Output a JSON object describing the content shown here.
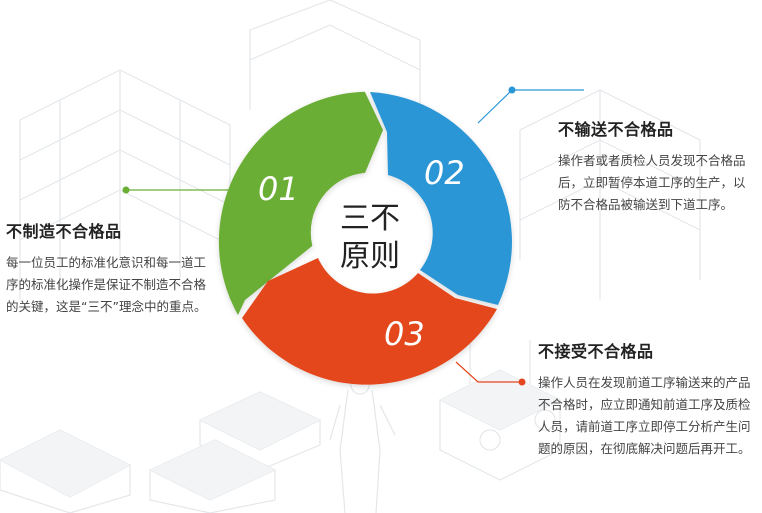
{
  "center": {
    "line1": "三不",
    "line2": "原则"
  },
  "segments": [
    {
      "number": "01",
      "color": "#6aae35"
    },
    {
      "number": "02",
      "color": "#2a96d6"
    },
    {
      "number": "03",
      "color": "#e4471d"
    }
  ],
  "principles": [
    {
      "title": "不制造不合格品",
      "body": "每一位员工的标准化意识和每一道工序的标准化操作是保证不制造不合格的关键，这是“三不”理念中的重点。",
      "accent": "#6aae35"
    },
    {
      "title": "不输送不合格品",
      "body": "操作者或者质检人员发现不合格品后，立即暂停本道工序的生产，以防不合格品被输送到下道工序。",
      "accent": "#2a96d6"
    },
    {
      "title": "不接受不合格品",
      "body": "操作人员在发现前道工序输送来的产品不合格时，应立即通知前道工序及质检人员，请前道工序立即停工分析产生问题的原因，在彻底解决问题后再开工。",
      "accent": "#e4471d"
    }
  ]
}
